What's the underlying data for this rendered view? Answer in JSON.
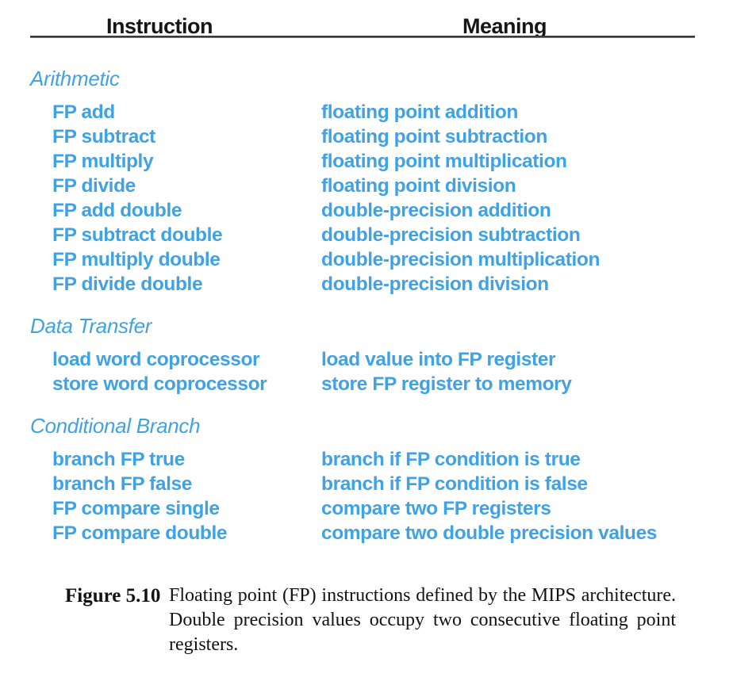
{
  "colors": {
    "accent_blue": "#3fa2e2",
    "text_black": "#161616"
  },
  "table": {
    "headers": {
      "col1": "Instruction",
      "col2": "Meaning"
    },
    "sections": [
      {
        "title": "Arithmetic",
        "rows": [
          {
            "instruction": "FP add",
            "meaning": "floating point addition"
          },
          {
            "instruction": "FP subtract",
            "meaning": "floating point subtraction"
          },
          {
            "instruction": "FP multiply",
            "meaning": "floating point multiplication"
          },
          {
            "instruction": "FP divide",
            "meaning": "floating point division"
          },
          {
            "instruction": "FP add double",
            "meaning": "double-precision addition"
          },
          {
            "instruction": "FP subtract double",
            "meaning": "double-precision subtraction"
          },
          {
            "instruction": "FP multiply double",
            "meaning": "double-precision multiplication"
          },
          {
            "instruction": "FP divide double",
            "meaning": "double-precision division"
          }
        ]
      },
      {
        "title": "Data Transfer",
        "rows": [
          {
            "instruction": "load word coprocessor",
            "meaning": "load value into FP register"
          },
          {
            "instruction": "store word coprocessor",
            "meaning": "store FP register to memory"
          }
        ]
      },
      {
        "title": "Conditional Branch",
        "rows": [
          {
            "instruction": "branch FP true",
            "meaning": "branch if FP condition is true"
          },
          {
            "instruction": "branch FP false",
            "meaning": "branch if FP condition is false"
          },
          {
            "instruction": "FP compare single",
            "meaning": "compare two FP registers"
          },
          {
            "instruction": "FP compare double",
            "meaning": "compare two double precision values"
          }
        ]
      }
    ]
  },
  "caption": {
    "label": "Figure 5.10",
    "text": "Floating point (FP) instructions defined by the MIPS architecture. Double precision values occupy two consecutive floating point registers."
  }
}
